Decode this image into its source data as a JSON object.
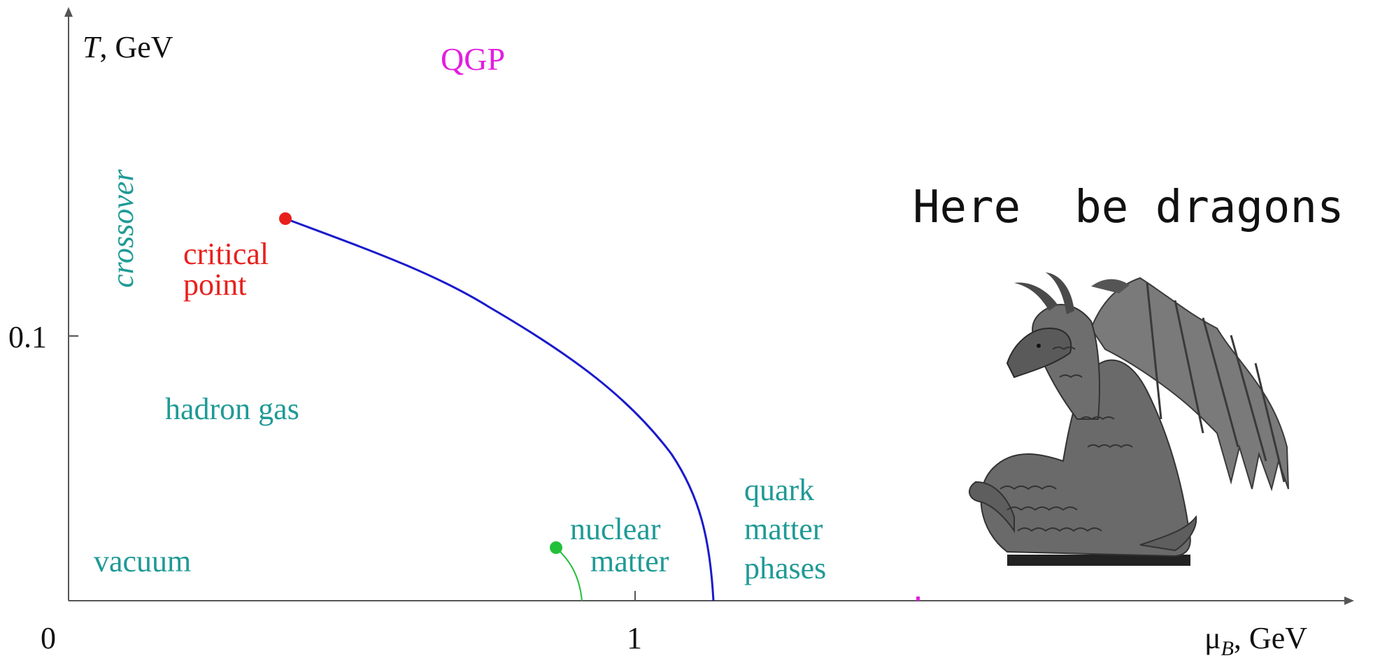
{
  "axes": {
    "y_label_var": "T",
    "y_label_unit": ", GeV",
    "x_label_var": "μ",
    "x_label_sub": "B",
    "x_label_unit": ", GeV",
    "origin_label": "0",
    "x_tick_label": "1",
    "y_tick_label": "0.1"
  },
  "regions": {
    "qgp": "QGP",
    "crossover": "crossover",
    "critical_line1": "critical",
    "critical_line2": "point",
    "hadron_gas": "hadron gas",
    "vacuum": "vacuum",
    "nuclear_line1": "nuclear",
    "nuclear_line2": "matter",
    "quark_line1": "quark",
    "quark_line2": "matter",
    "quark_line3": "phases"
  },
  "annotation": {
    "dragons": "Here  be dragons"
  },
  "colors": {
    "axis": "#555555",
    "phase_boundary": "#1a1acc",
    "critical_point": "#e8201c",
    "nuclear_point": "#22c03a",
    "teal_text": "#1f9a96",
    "magenta_text": "#e21ee0",
    "dragon_body": "#6a6a6a"
  }
}
